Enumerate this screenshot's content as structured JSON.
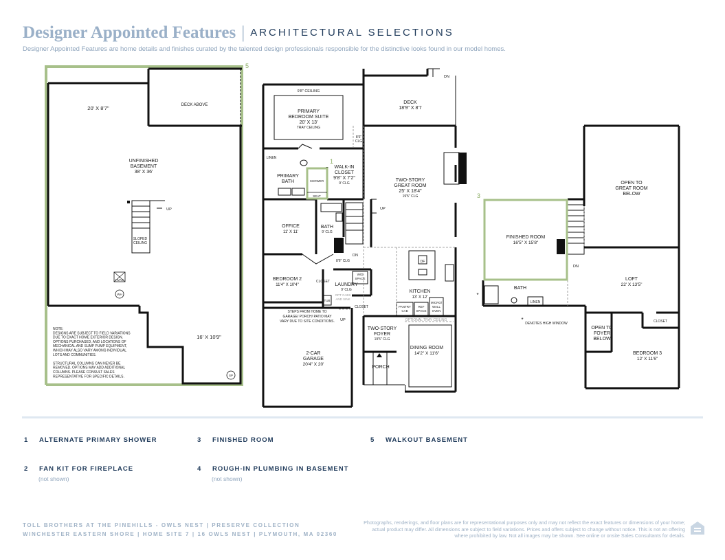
{
  "header": {
    "title": "Designer Appointed Features",
    "separator": "|",
    "subtitle": "ARCHITECTURAL SELECTIONS",
    "intro": "Designer Appointed Features are home details and finishes curated by the talented design professionals responsible for the distinctive looks found in our model homes."
  },
  "callouts": {
    "c1": "1",
    "c3": "3",
    "c5": "5"
  },
  "basement": {
    "area_top": "20' X 8'7\"",
    "deck_above": "DECK ABOVE",
    "room_name": "UNFINISHED",
    "room_name2": "BASEMENT",
    "room_dim": "38' X 36'",
    "up": "UP",
    "sloped": "SLOPED",
    "ceiling": "CEILING",
    "hvac": "HVAC",
    "wh": "WH",
    "area_bottom": "16' X 10'9\"",
    "sp": "SP",
    "note_lines": [
      "NOTE:",
      "DESIGNS ARE SUBJECT TO FIELD VARIATIONS",
      "DUE TO EXACT HOME EXTERIOR DESIGN.",
      "OPTIONS PURCHASED, AND LOCATIONS OF",
      "MECHANICAL AND SUMP PUMP EQUIPMENT,",
      "WHICH MAY ALSO VARY AMONG INDIVIDUAL",
      "LOTS AND COMMUNITIES.",
      "",
      "STRUCTURAL COLUMNS  CAN NEVER BE",
      "REMOVED. OPTIONS MAY ADD ADDITIONAL",
      "COLUMNS. PLEASE CONSULT SALES",
      "REPRESENTATIVE FOR SPECIFIC DETAILS."
    ]
  },
  "first_floor": {
    "ceiling_98": "9'8\" CEILING",
    "primary_suite": "PRIMARY",
    "primary_suite2": "BEDROOM SUITE",
    "primary_suite_dim": "20' X 13'",
    "tray": "TRAY CEILING",
    "deck": "DECK",
    "deck_dim": "18'9\" X 8'7",
    "dn_deck": "DN",
    "clg_86": "8'6\"",
    "clg_86b": "CLG",
    "linen": "LINEN",
    "primary_bath": "PRIMARY",
    "primary_bath2": "BATH",
    "shower": "SHOWER",
    "seat": "SEAT",
    "walkin": "WALK-IN",
    "walkin2": "CLOSET",
    "walkin_dim": "9'8\" X 7'2\"",
    "walkin_clg": "9' CLG",
    "great_room": "TWO-STORY",
    "great_room2": "GREAT ROOM",
    "great_room_dim": "25' X 18'4\"",
    "great_room_clg": "19'5\" CLG",
    "up": "UP",
    "office": "OFFICE",
    "office_dim": "11' X 11'",
    "bath": "BATH",
    "bath_clg": "9' CLG",
    "dn": "DN",
    "hall_clg": "8'6\" CLG",
    "df": "DF",
    "bedroom2": "BEDROOM 2",
    "bedroom2_dim": "11'4\" X 10'4\"",
    "closet": "CLOSET",
    "laundry": "LAUNDRY",
    "laundry_clg": "9' CLG",
    "wd_space": "W/D",
    "wd_space2": "SPACE",
    "opt_cabs": "OPT CABS",
    "opt_cabs2": "AND SINK",
    "tub": "TUB",
    "kitchen": "KITCHEN",
    "kitchen_dim": "13' X 12'",
    "pantry": "PANTRY",
    "pantry2": "CAB",
    "ref": "REF",
    "ref2": "SPACE",
    "micro": "MICRO/",
    "micro2": "WALL",
    "micro3": "OVEN",
    "closet2": "CLOSET",
    "steps1": "STEPS FROM HOME TO",
    "steps2": "GARAGE/ PORCH/ PATIO MAY",
    "steps3": "VARY DUE TO SITE CONDITIONS.",
    "up2": "UP",
    "opt_tray": "OPTIONAL TRAY CEILING",
    "foyer": "TWO-STORY",
    "foyer2": "FOYER",
    "foyer_clg": "19'5\" CLG",
    "garage": "2-CAR",
    "garage2": "GARAGE",
    "garage_dim": "20'4\" X 20'",
    "dining": "DINING ROOM",
    "dining_dim": "14'2\" X 11'6\"",
    "porch": "PORCH"
  },
  "second_floor": {
    "open_great": "OPEN TO",
    "open_great2": "GREAT ROOM",
    "open_great3": "BELOW",
    "finished": "FINISHED ROOM",
    "finished_dim": "16'5\" X 15'8\"",
    "dn": "DN",
    "loft": "LOFT",
    "loft_dim": "22' X 13'5\"",
    "bath": "BATH",
    "linen": "LINEN",
    "high_window": "DENOTES HIGH WINDOW",
    "asterisk": "*",
    "closet": "CLOSET",
    "open_foyer": "OPEN TO",
    "open_foyer2": "FOYER",
    "open_foyer3": "BELOW",
    "bedroom3": "BEDROOM 3",
    "bedroom3_dim": "12' X 11'6\""
  },
  "features": [
    {
      "num": "1",
      "label": "ALTERNATE PRIMARY SHOWER",
      "note": ""
    },
    {
      "num": "2",
      "label": "FAN KIT FOR FIREPLACE",
      "note": "(not shown)"
    },
    {
      "num": "3",
      "label": "FINISHED ROOM",
      "note": ""
    },
    {
      "num": "4",
      "label": "ROUGH-IN PLUMBING IN BASEMENT",
      "note": "(not shown)"
    },
    {
      "num": "5",
      "label": "WALKOUT BASEMENT",
      "note": ""
    }
  ],
  "footer": {
    "line1": "TOLL BROTHERS AT THE PINEHILLS - OWLS NEST  |  PRESERVE COLLECTION",
    "line2": "WINCHESTER EASTERN SHORE  |  HOME SITE 7  |  16 OWLS NEST  |  PLYMOUTH, MA 02360",
    "disclaimer": "Photographs, renderings, and floor plans are for representational purposes only and may not reflect the exact features or dimensions of your home; actual product may differ. All dimensions are subject to field variations. Prices and offers subject to change without notice. This is not an offering where prohibited by law. Not all images may be shown. See online or onsite Sales Consultants for details."
  },
  "colors": {
    "accent_green": "#a7c08a",
    "navy": "#1f3a5a",
    "light_blue": "#9ab0c8",
    "rule": "#dfe8f1"
  }
}
